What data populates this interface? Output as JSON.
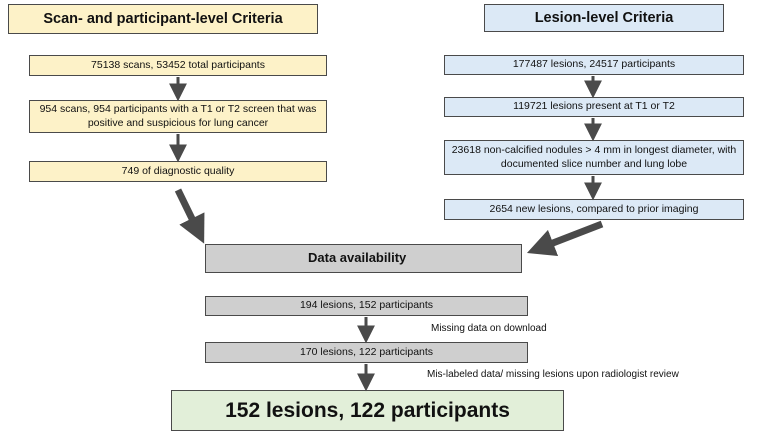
{
  "headers": {
    "scan": "Scan- and participant-level Criteria",
    "lesion": "Lesion-level Criteria"
  },
  "scan_steps": [
    "75138 scans, 53452 total participants",
    "954 scans, 954 participants with a T1 or T2 screen that was positive and suspicious for lung cancer",
    "749 of diagnostic quality"
  ],
  "lesion_steps": [
    "177487 lesions, 24517 participants",
    "119721 lesions present at T1 or T2",
    "23618 non-calcified nodules > 4 mm in longest diameter, with documented slice number and lung lobe",
    "2654 new lesions, compared to prior imaging"
  ],
  "availability": "Data availability",
  "availability_steps": [
    "194 lesions, 152 participants",
    "170 lesions, 122 participants"
  ],
  "notes": [
    "Missing data on download",
    "Mis-labeled data/ missing lesions upon radiologist review"
  ],
  "final": "152 lesions, 122 participants",
  "colors": {
    "scan_fill": "#fdf2c8",
    "lesion_fill": "#dce9f6",
    "gray_fill": "#cfcfcf",
    "final_fill": "#e2efd9",
    "arrow": "#4a4a4a"
  }
}
